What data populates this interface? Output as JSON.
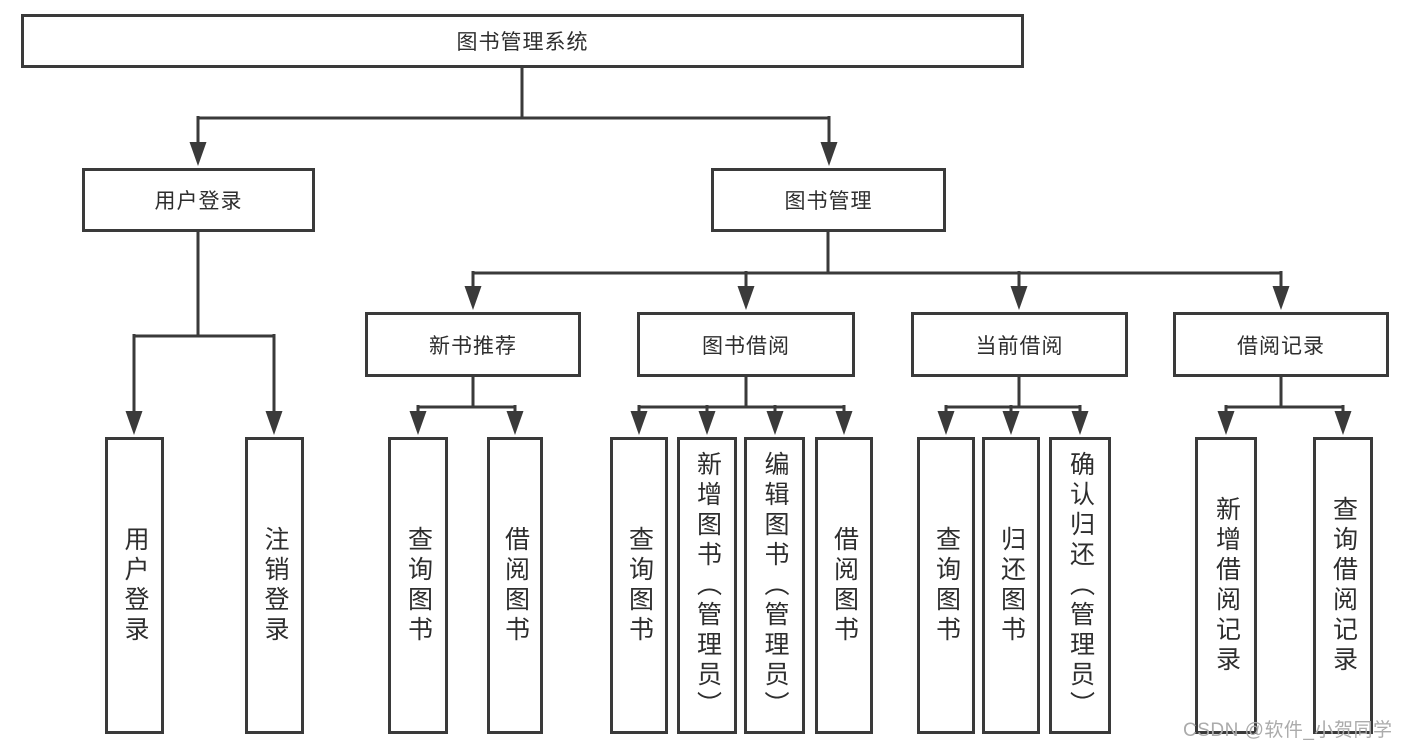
{
  "colors": {
    "line": "#3a3a3a",
    "text": "#2e2e2e",
    "box_background": "#ffffff",
    "watermark": "#ababab"
  },
  "tree": {
    "label": "图书管理系统",
    "children": [
      {
        "label": "用户登录",
        "children": [
          {
            "label": "用户登录"
          },
          {
            "label": "注销登录"
          }
        ]
      },
      {
        "label": "图书管理",
        "children": [
          {
            "label": "新书推荐",
            "children": [
              {
                "label": "查询图书"
              },
              {
                "label": "借阅图书"
              }
            ]
          },
          {
            "label": "图书借阅",
            "children": [
              {
                "label": "查询图书"
              },
              {
                "label": "新增图书（管理员）"
              },
              {
                "label": "编辑图书（管理员）"
              },
              {
                "label": "借阅图书"
              }
            ]
          },
          {
            "label": "当前借阅",
            "children": [
              {
                "label": "查询图书"
              },
              {
                "label": "归还图书"
              },
              {
                "label": "确认归还（管理员）"
              }
            ]
          },
          {
            "label": "借阅记录",
            "children": [
              {
                "label": "新增借阅记录"
              },
              {
                "label": "查询借阅记录"
              }
            ]
          }
        ]
      }
    ]
  },
  "watermark": {
    "text": "CSDN @软件_小贺同学"
  }
}
